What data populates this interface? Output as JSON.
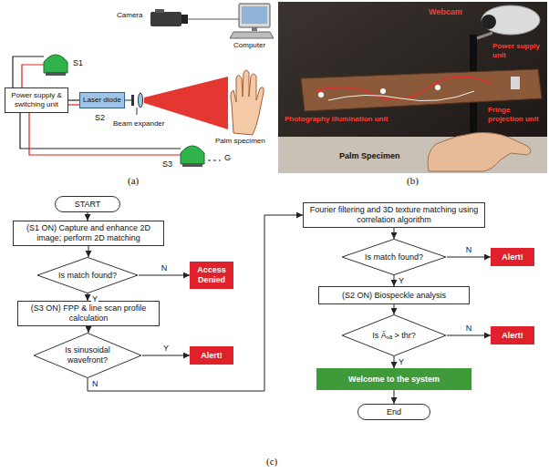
{
  "diagram": {
    "nodes": [
      {
        "text": [
          "Power supply & switching unit"
        ]
      },
      {
        "text": [
          "Laser diode"
        ]
      },
      {
        "text": [
          "START"
        ]
      },
      {
        "text": [
          "(S1 ON) Capture and enhance 2D image; perform 2D matching"
        ]
      },
      {
        "text": [
          "Is match found?"
        ]
      },
      {
        "text": [
          "Access Denied"
        ]
      },
      {
        "text": [
          "(S3 ON) FPP & line scan profile calculation"
        ]
      },
      {
        "text": [
          "Is sinusoidal wavefront?"
        ]
      },
      {
        "text": [
          "Alert!"
        ]
      },
      {
        "text": [
          "Fourier filtering and 3D texture matching using correlation algorithm"
        ]
      },
      {
        "text": [
          "Is match found?"
        ]
      },
      {
        "text": [
          "Alert!"
        ]
      },
      {
        "text": [
          "(S2 ON) Biospeckle analysis"
        ]
      },
      {
        "text": [
          "Is Āₛₐ > thr?"
        ]
      },
      {
        "text": [
          "Alert!"
        ]
      },
      {
        "text": [
          "Welcome to the system"
        ]
      },
      {
        "text": [
          "End"
        ]
      }
    ],
    "edges": [
      {
        "from": 0,
        "to": 1,
        "arrow": "none"
      },
      {
        "from": 2,
        "to": 3,
        "arrow": "to"
      },
      {
        "from": 3,
        "to": 4,
        "arrow": "to"
      },
      {
        "from": 4,
        "to": 5,
        "label": "N",
        "arrow": "to"
      },
      {
        "from": 4,
        "to": 6,
        "label": "Y",
        "arrow": "to"
      },
      {
        "from": 6,
        "to": 7,
        "arrow": "to"
      },
      {
        "from": 7,
        "to": 8,
        "label": "Y",
        "arrow": "to"
      },
      {
        "from": 7,
        "to": 9,
        "label": "N",
        "arrow": "to"
      },
      {
        "from": 9,
        "to": 10,
        "arrow": "to"
      },
      {
        "from": 10,
        "to": 11,
        "label": "N",
        "arrow": "to"
      },
      {
        "from": 10,
        "to": 12,
        "label": "Y",
        "arrow": "to"
      },
      {
        "from": 12,
        "to": 13,
        "arrow": "to"
      },
      {
        "from": 13,
        "to": 14,
        "label": "N",
        "arrow": "to"
      },
      {
        "from": 13,
        "to": 15,
        "label": "Y",
        "arrow": "to"
      },
      {
        "from": 15,
        "to": 16,
        "arrow": "to"
      }
    ],
    "labels": [
      "Camera",
      "Computer",
      "S1",
      "S2",
      "S3",
      "G",
      "Beam expander",
      "Palm specimen",
      "(a)",
      "Webcam",
      "Power supply unit",
      "Photography illumination unit",
      "Fringe projection unit",
      "Palm Specimen",
      "(b)",
      "(c)"
    ]
  }
}
